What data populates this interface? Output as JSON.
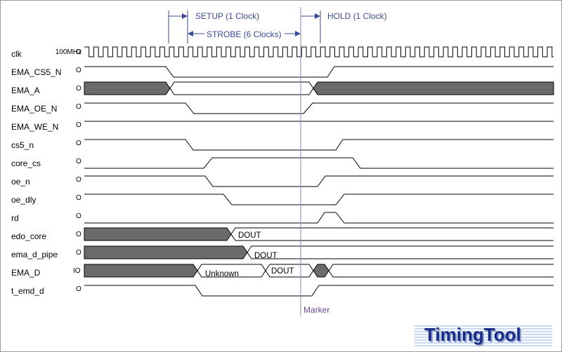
{
  "clock": {
    "frequency": "100MHz"
  },
  "annotations": [
    {
      "key": "setup",
      "label": "SETUP (1 Clock)"
    },
    {
      "key": "strobe",
      "label": "STROBE (6 Clocks)"
    },
    {
      "key": "hold",
      "label": "HOLD (1 Clock)"
    }
  ],
  "marker": {
    "label": "Marker"
  },
  "signals": [
    {
      "name": "clk",
      "dir": "O"
    },
    {
      "name": "EMA_CS5_N",
      "dir": "O"
    },
    {
      "name": "EMA_A",
      "dir": "O"
    },
    {
      "name": "EMA_OE_N",
      "dir": "O"
    },
    {
      "name": "EMA_WE_N",
      "dir": "O"
    },
    {
      "name": "cs5_n",
      "dir": "O"
    },
    {
      "name": "core_cs",
      "dir": "O"
    },
    {
      "name": "oe_n",
      "dir": "O"
    },
    {
      "name": "oe_dly",
      "dir": "O"
    },
    {
      "name": "rd",
      "dir": "O"
    },
    {
      "name": "edo_core",
      "dir": "O"
    },
    {
      "name": "ema_d_pipe",
      "dir": "O"
    },
    {
      "name": "EMA_D",
      "dir": "IO"
    },
    {
      "name": "t_emd_d",
      "dir": "O"
    }
  ],
  "bus_values": {
    "edo_core": "DOUT",
    "ema_d_pipe": "DOUT",
    "ema_d_unknown": "Unknown",
    "ema_d_dout": "DOUT"
  },
  "logo": {
    "text": "TimingTool"
  },
  "colors": {
    "annotation": "#3a4a9a",
    "marker": "#9a7ac0",
    "bus_fill": "#6b6b6b"
  }
}
